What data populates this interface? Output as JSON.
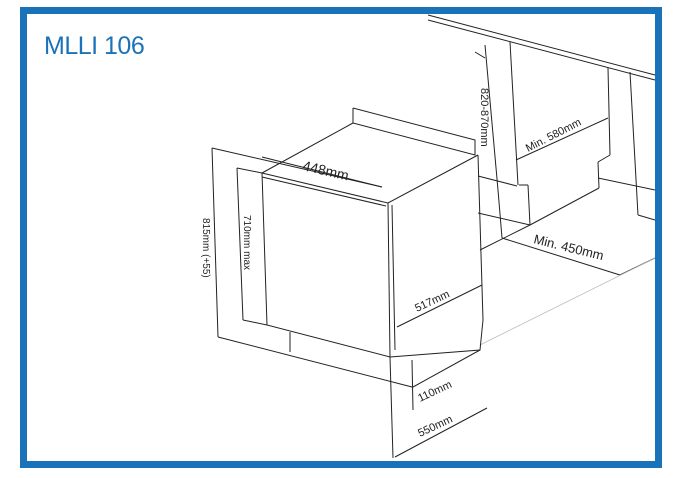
{
  "title": "MLLI 106",
  "colors": {
    "accent": "#1a72b8"
  },
  "dimensions": {
    "width": "448mm",
    "depth": "517mm",
    "cavity_height": "820-870mm",
    "cavity_width": "Min. 580mm",
    "cavity_depth": "Min. 450mm",
    "height": "815mm (+55)",
    "door_height": "710mm max",
    "plinth": "110mm",
    "total_depth": "550mm"
  }
}
